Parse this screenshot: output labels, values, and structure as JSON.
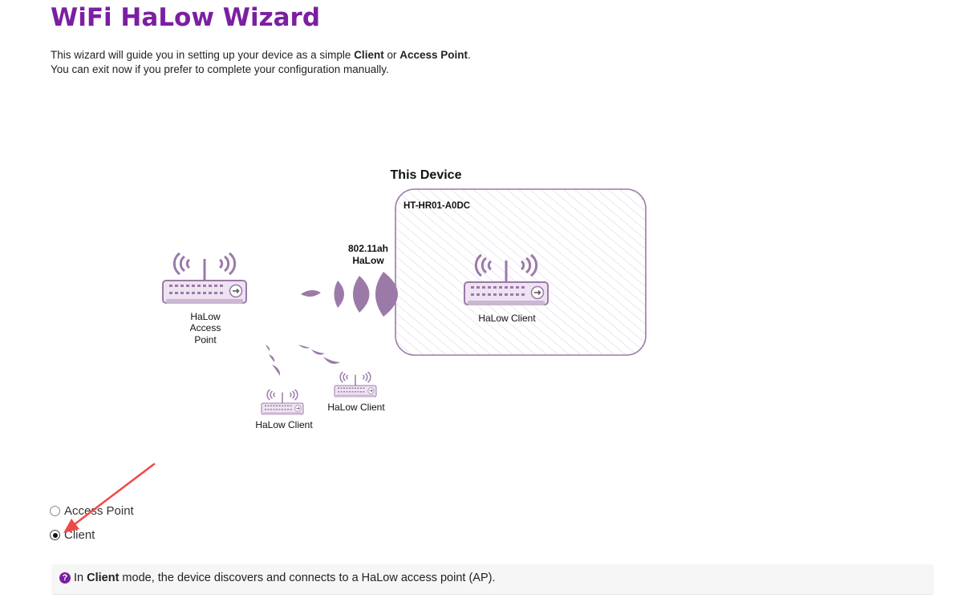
{
  "page": {
    "title": "WiFi HaLow Wizard",
    "intro": {
      "line1_prefix": "This wizard will guide you in setting up your device as a simple ",
      "line1_client": "Client",
      "line1_or": " or ",
      "line1_ap": "Access Point",
      "line1_suffix": ".",
      "line2": "You can exit now if you prefer to complete your configuration manually."
    }
  },
  "diagram": {
    "this_device_heading": "This Device",
    "device_name": "HT-HR01-A0DC",
    "link_label_line1": "802.11ah",
    "link_label_line2": "HaLow",
    "ap_label_line1": "HaLow",
    "ap_label_line2": "Access",
    "ap_label_line3": "Point",
    "device_client_label": "HaLow Client",
    "client1_label": "HaLow Client",
    "client2_label": "HaLow Client",
    "accent_color": "#9b7aa8"
  },
  "mode_options": [
    {
      "label": "Access Point",
      "selected": false
    },
    {
      "label": "Client",
      "selected": true
    }
  ],
  "info": {
    "icon": "question-icon",
    "prefix": "In ",
    "mode": "Client",
    "text": " mode, the device discovers and connects to a HaLow access point (AP)."
  }
}
